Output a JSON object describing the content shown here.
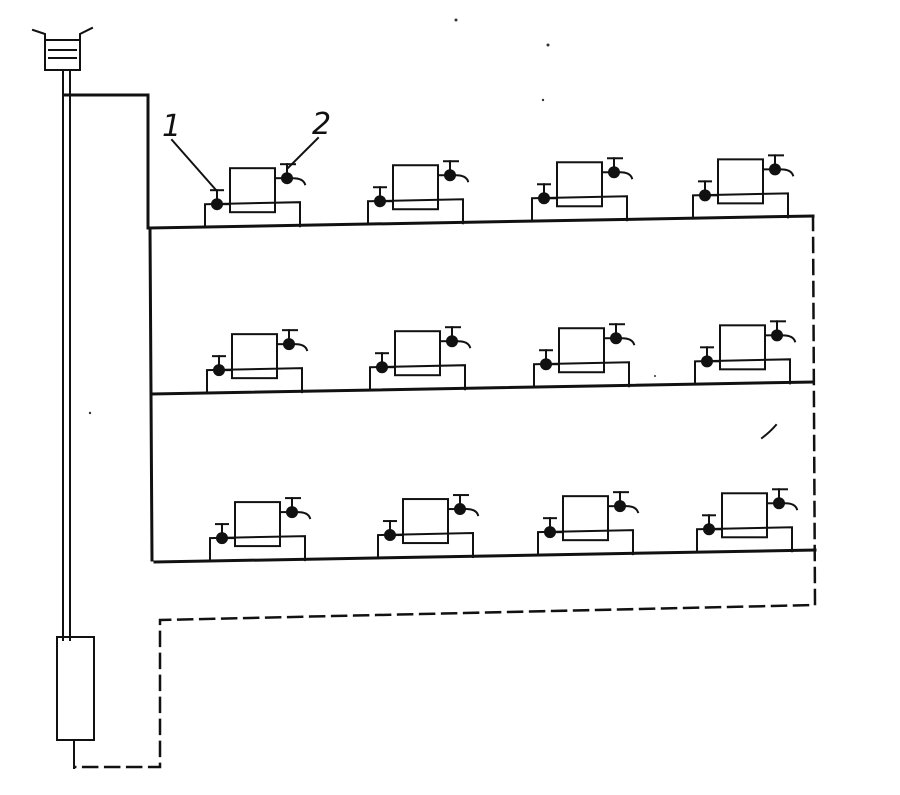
{
  "labels": {
    "callout_1": "1",
    "callout_2": "2"
  },
  "colors": {
    "ink": "#111111",
    "background": "#ffffff"
  },
  "layout_counts": {
    "floors": 3,
    "units_per_floor": 4
  }
}
